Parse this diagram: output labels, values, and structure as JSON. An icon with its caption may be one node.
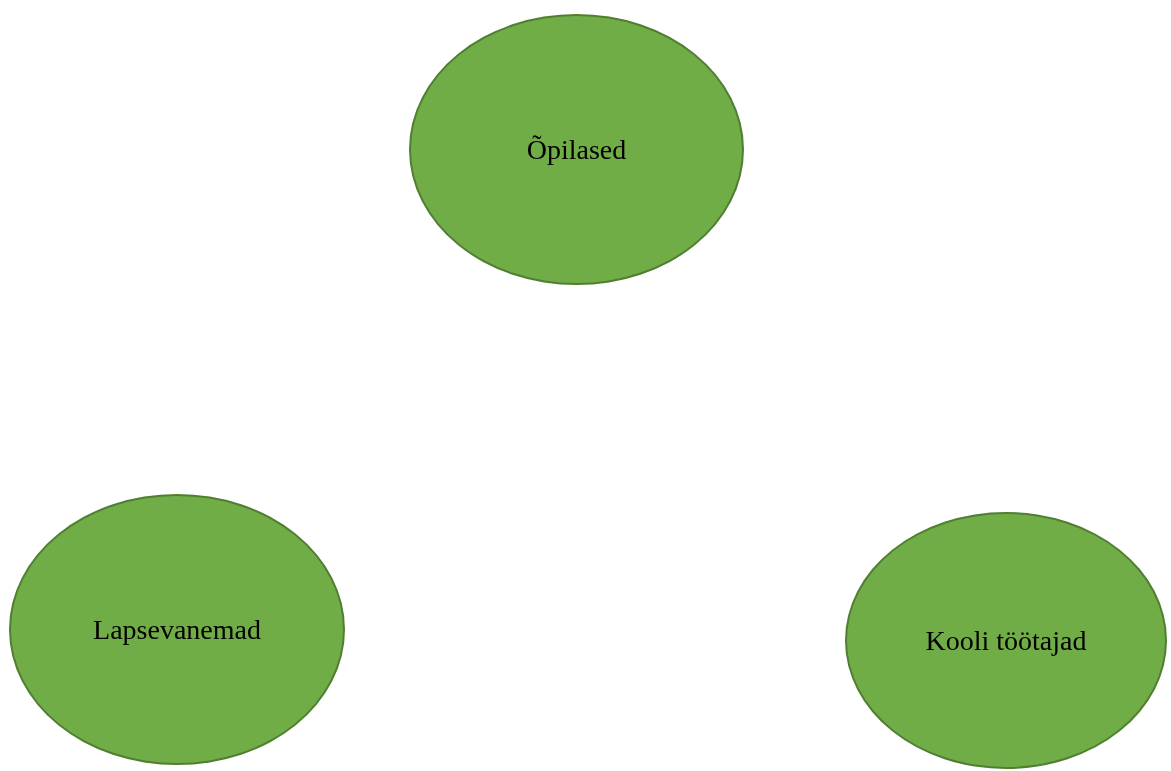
{
  "diagram": {
    "nodes": [
      {
        "text": [
          "Õpilased"
        ]
      },
      {
        "text": [
          "Lapsevanemad"
        ]
      },
      {
        "text": [
          "Kooli töötajad"
        ]
      }
    ]
  }
}
